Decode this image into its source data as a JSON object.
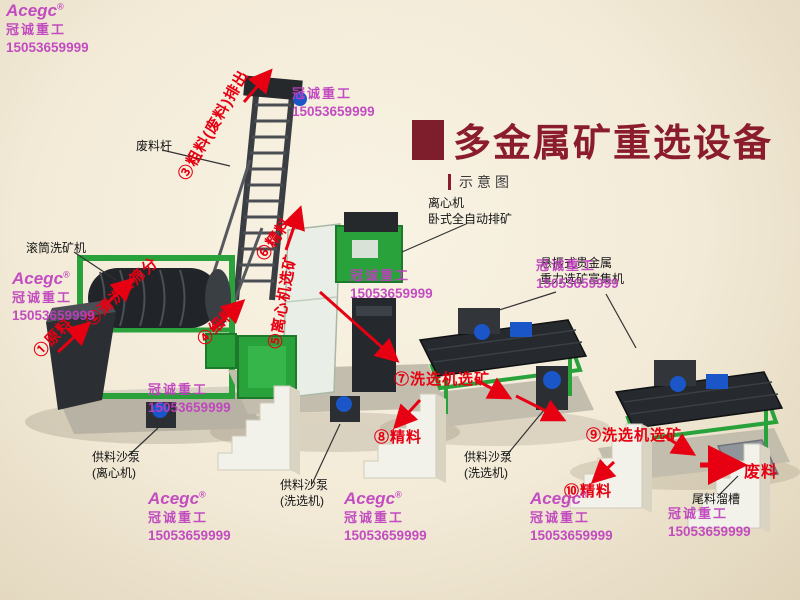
{
  "header": {
    "title": "多金属矿重选设备",
    "subtitle": "示意图"
  },
  "watermark": {
    "brand": "Acegc",
    "reg": "®",
    "company": "冠诚重工",
    "phone": "15053659999"
  },
  "flow": {
    "step1": "①原料",
    "step2": "②清洗&筛分",
    "step3": "③粗料(废料)排出",
    "step4": "④细料",
    "step5": "⑤离心机选矿",
    "step6": "⑥精料",
    "step7": "⑦洗选机选矿",
    "step8": "⑧精料",
    "step9": "⑨洗选机选矿",
    "step10": "⑩精料",
    "waste_out": "废料"
  },
  "equipment": {
    "waste_rod": "废料杆",
    "drum_washer": "滚筒洗矿机",
    "centrifuge": {
      "line1": "离心机",
      "line2": "卧式全自动排矿"
    },
    "shaker": {
      "line1": "悬振式贵金属",
      "line2": "重力选矿富集机"
    },
    "pump_centrifuge": {
      "line1": "供料沙泵",
      "line2": "(离心机)"
    },
    "pump_washer_1": {
      "line1": "供料沙泵",
      "line2": "(洗选机)"
    },
    "pump_washer_2": {
      "line1": "供料沙泵",
      "line2": "(洗选机)"
    },
    "tailings_chute": "尾料溜槽"
  },
  "colors": {
    "title_maroon": "#8a1c2e",
    "flow_red": "#e60012",
    "watermark_purple": "#bf3fbf",
    "machine_green": "#2aa23b",
    "motor_blue": "#1a56c8"
  }
}
